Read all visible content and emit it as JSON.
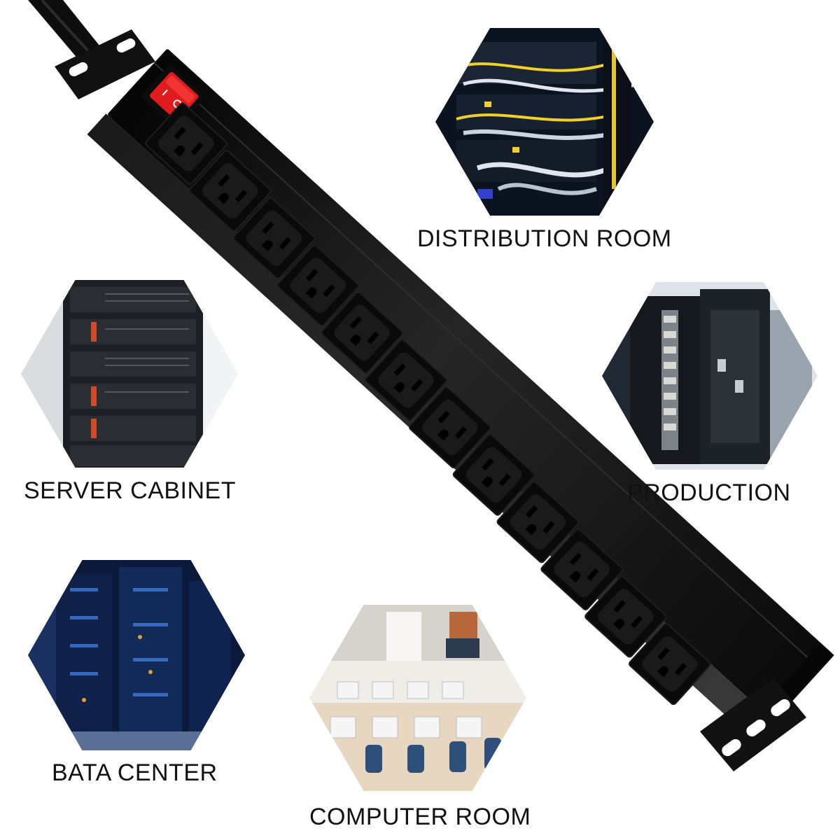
{
  "product": {
    "name": "rack power strip",
    "outlet_count": 12,
    "switch_color": "#e01b1b",
    "body_color": "#151515"
  },
  "applications": [
    {
      "id": "distribution",
      "label": "DISTRIBUTION ROOM"
    },
    {
      "id": "server",
      "label": "SERVER CABINET"
    },
    {
      "id": "production",
      "label": "PRODUCTION"
    },
    {
      "id": "bata",
      "label": "BATA CENTER"
    },
    {
      "id": "computer",
      "label": "COMPUTER ROOM"
    }
  ]
}
